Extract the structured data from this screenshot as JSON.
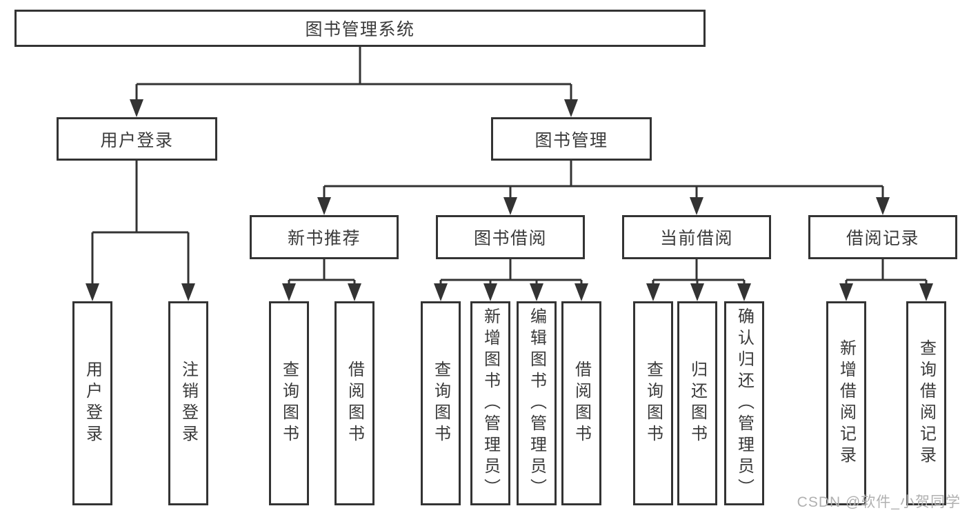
{
  "diagram_title": "图书管理系统",
  "nodes": {
    "root": "图书管理系统",
    "l2": [
      "用户登录",
      "图书管理"
    ],
    "l3": [
      "新书推荐",
      "图书借阅",
      "当前借阅",
      "借阅记录"
    ],
    "leaves_login": [
      "用户登录",
      "注销登录"
    ],
    "leaves_newbook": [
      "查询图书",
      "借阅图书"
    ],
    "leaves_borrow": [
      "查询图书",
      "新增图书（管理员）",
      "编辑图书（管理员）",
      "借阅图书"
    ],
    "leaves_current": [
      "查询图书",
      "归还图书",
      "确认归还（管理员）"
    ],
    "leaves_records": [
      "新增借阅记录",
      "查询借阅记录"
    ]
  },
  "watermark": "CSDN @软件_小贺同学",
  "colors": {
    "line": "#333333",
    "text": "#3a3a3a",
    "background": "#ffffff",
    "watermark": "#b0b0b0"
  }
}
